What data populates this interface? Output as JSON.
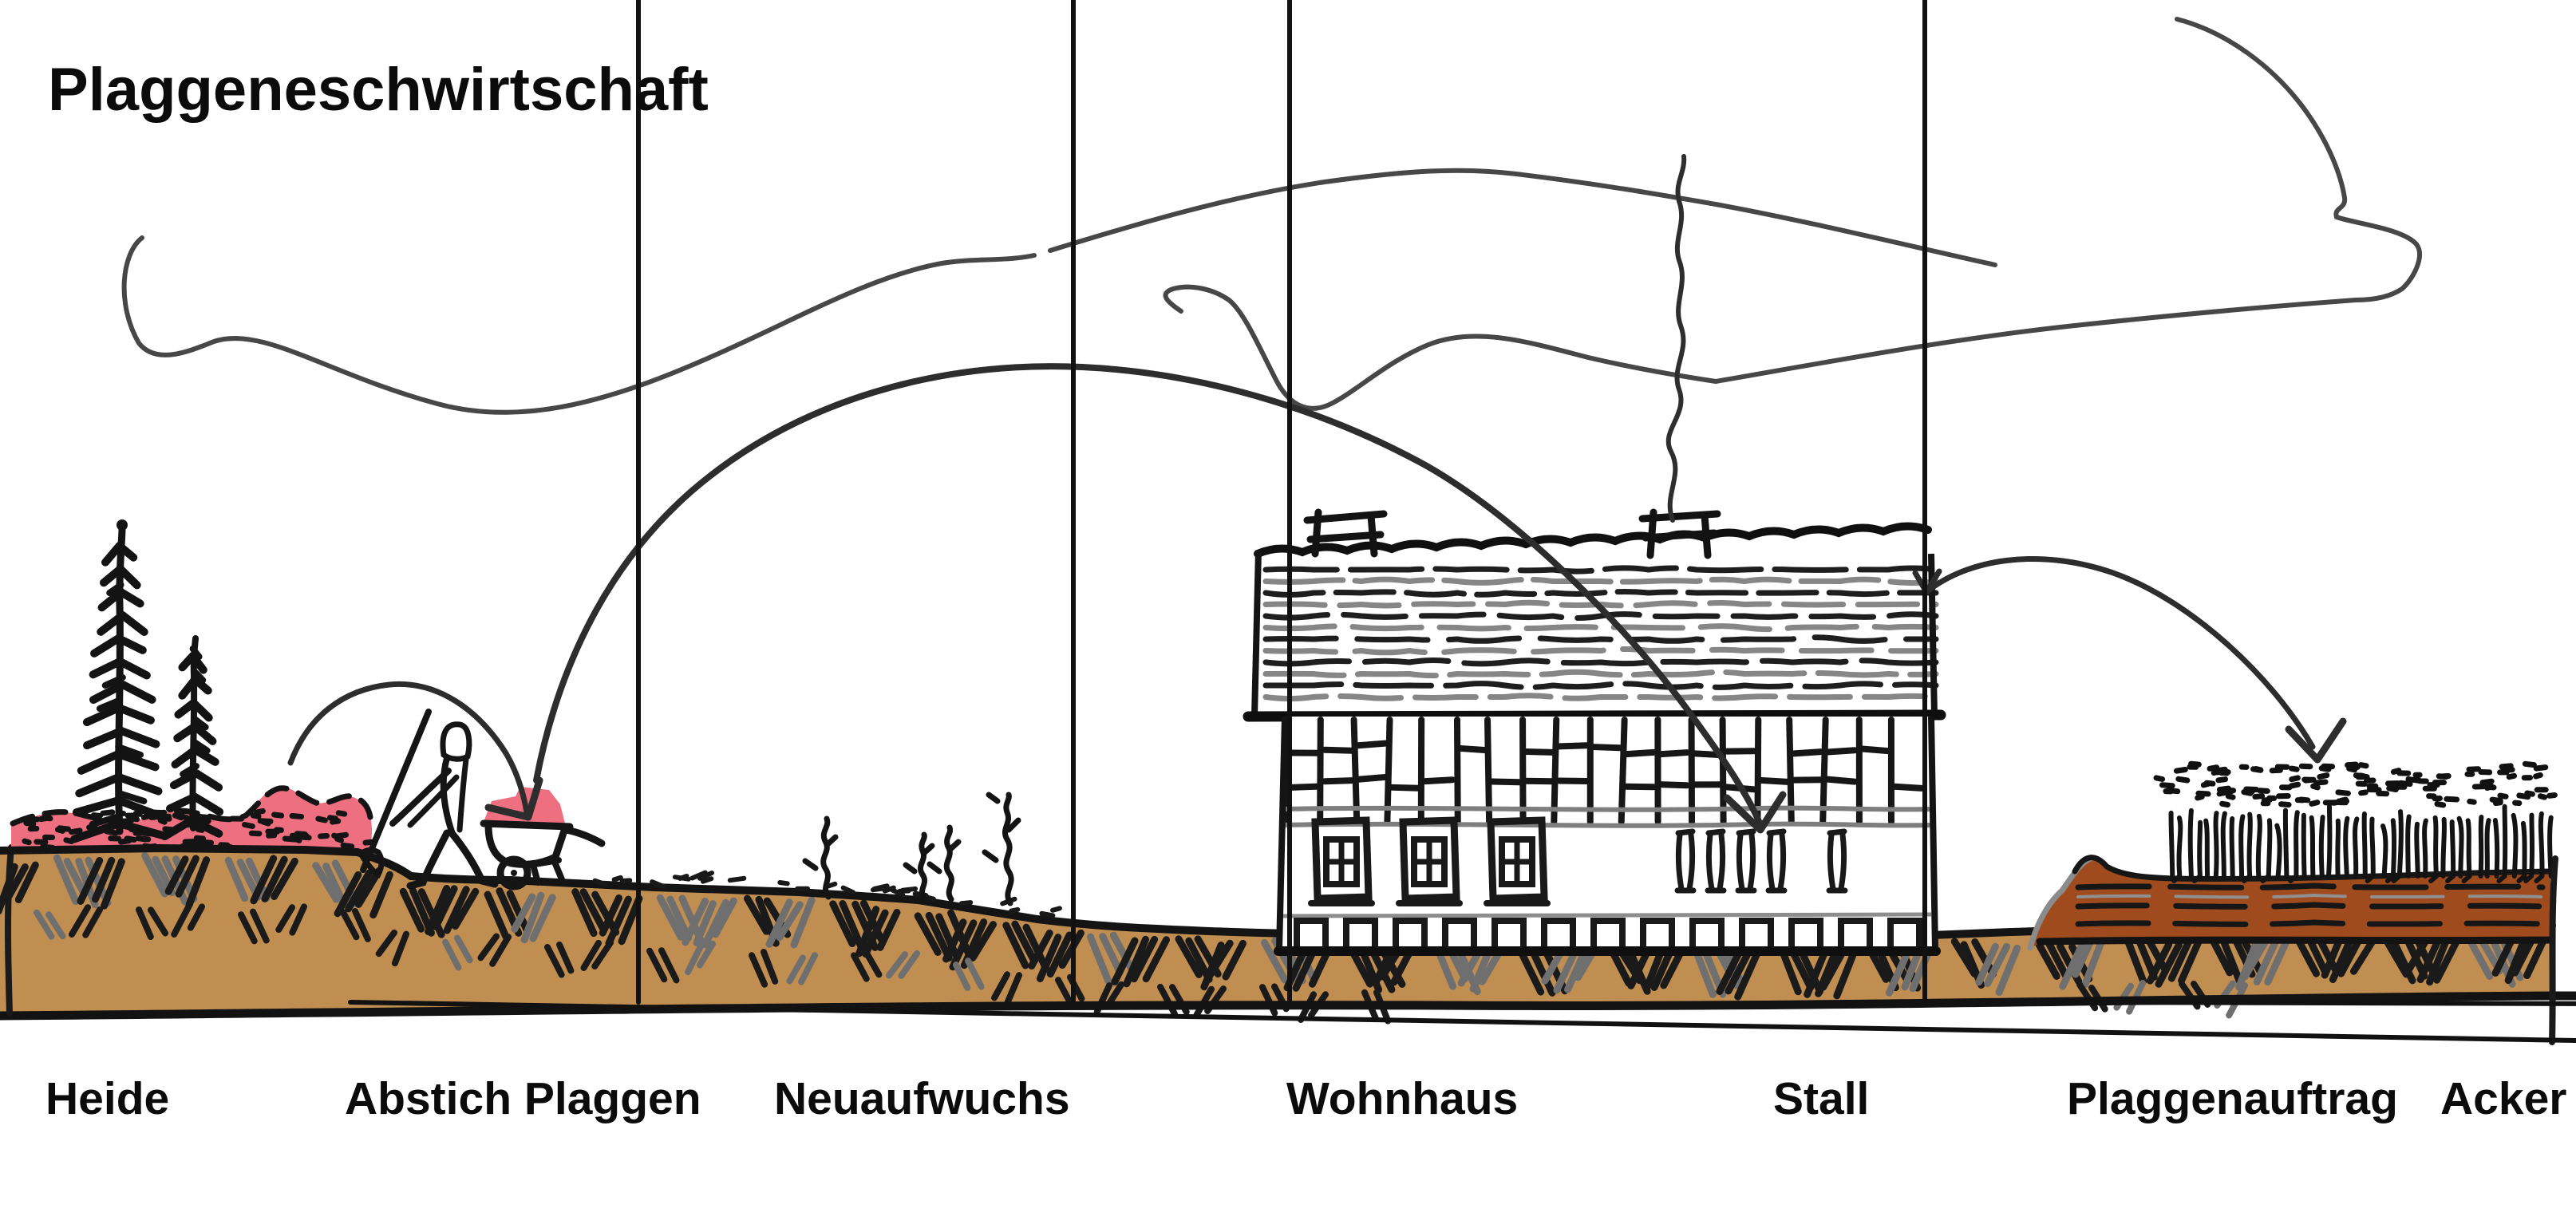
{
  "title": "Plaggeneschwirtschaft",
  "region_labels": [
    {
      "id": "heide",
      "text": "Heide"
    },
    {
      "id": "abstich-plaggen",
      "text": "Abstich Plaggen"
    },
    {
      "id": "neuaufwuchs",
      "text": "Neuaufwuchs"
    },
    {
      "id": "wohnhaus",
      "text": "Wohnhaus"
    },
    {
      "id": "stall",
      "text": "Stall"
    },
    {
      "id": "plaggenauftrag",
      "text": "Plaggenauftrag"
    },
    {
      "id": "acker",
      "text": "Acker"
    }
  ],
  "colors": {
    "background": "#ffffff",
    "ink": "#191919",
    "sketch_gray": "#474747",
    "soil": "#c18e52",
    "plaggen_bed": "#a04b1d",
    "heather_pink": "#ed6f80"
  }
}
